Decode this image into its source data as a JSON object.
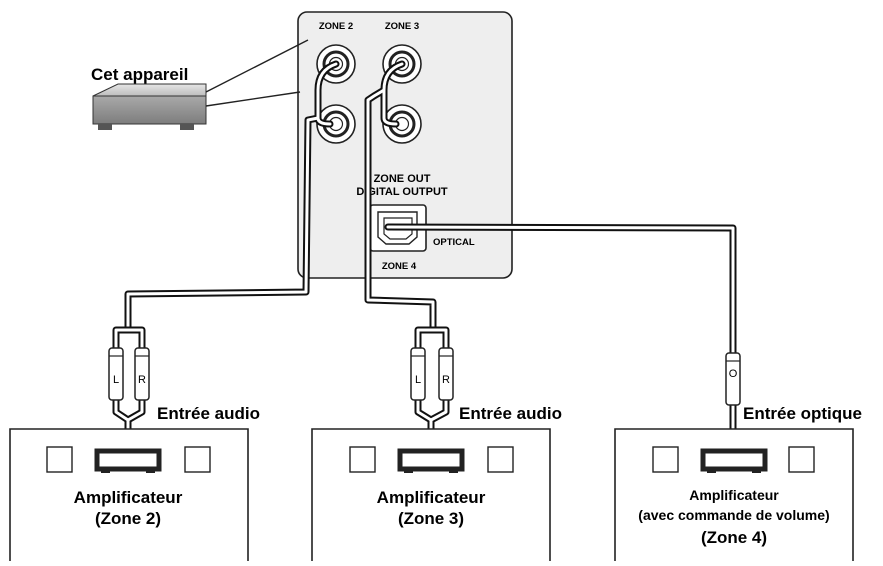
{
  "device": {
    "label": "Cet appareil"
  },
  "panel": {
    "zone2_label": "ZONE 2",
    "zone3_label": "ZONE 3",
    "zone_out_line1": "ZONE OUT",
    "zone_out_line2": "DIGITAL OUTPUT",
    "optical_label": "OPTICAL",
    "zone4_label": "ZONE 4"
  },
  "plugs": {
    "left": "L",
    "right": "R",
    "optical": "O"
  },
  "inputs": {
    "audio_zone2": "Entrée audio",
    "audio_zone3": "Entrée audio",
    "optical_zone4": "Entrée optique"
  },
  "amplifiers": [
    {
      "title": "Amplificateur",
      "subtitle": "(Zone 2)"
    },
    {
      "title": "Amplificateur",
      "subtitle": "(Zone 3)"
    },
    {
      "title": "Amplificateur",
      "subtitle": "(avec commande de volume)",
      "zone": "(Zone 4)"
    }
  ]
}
